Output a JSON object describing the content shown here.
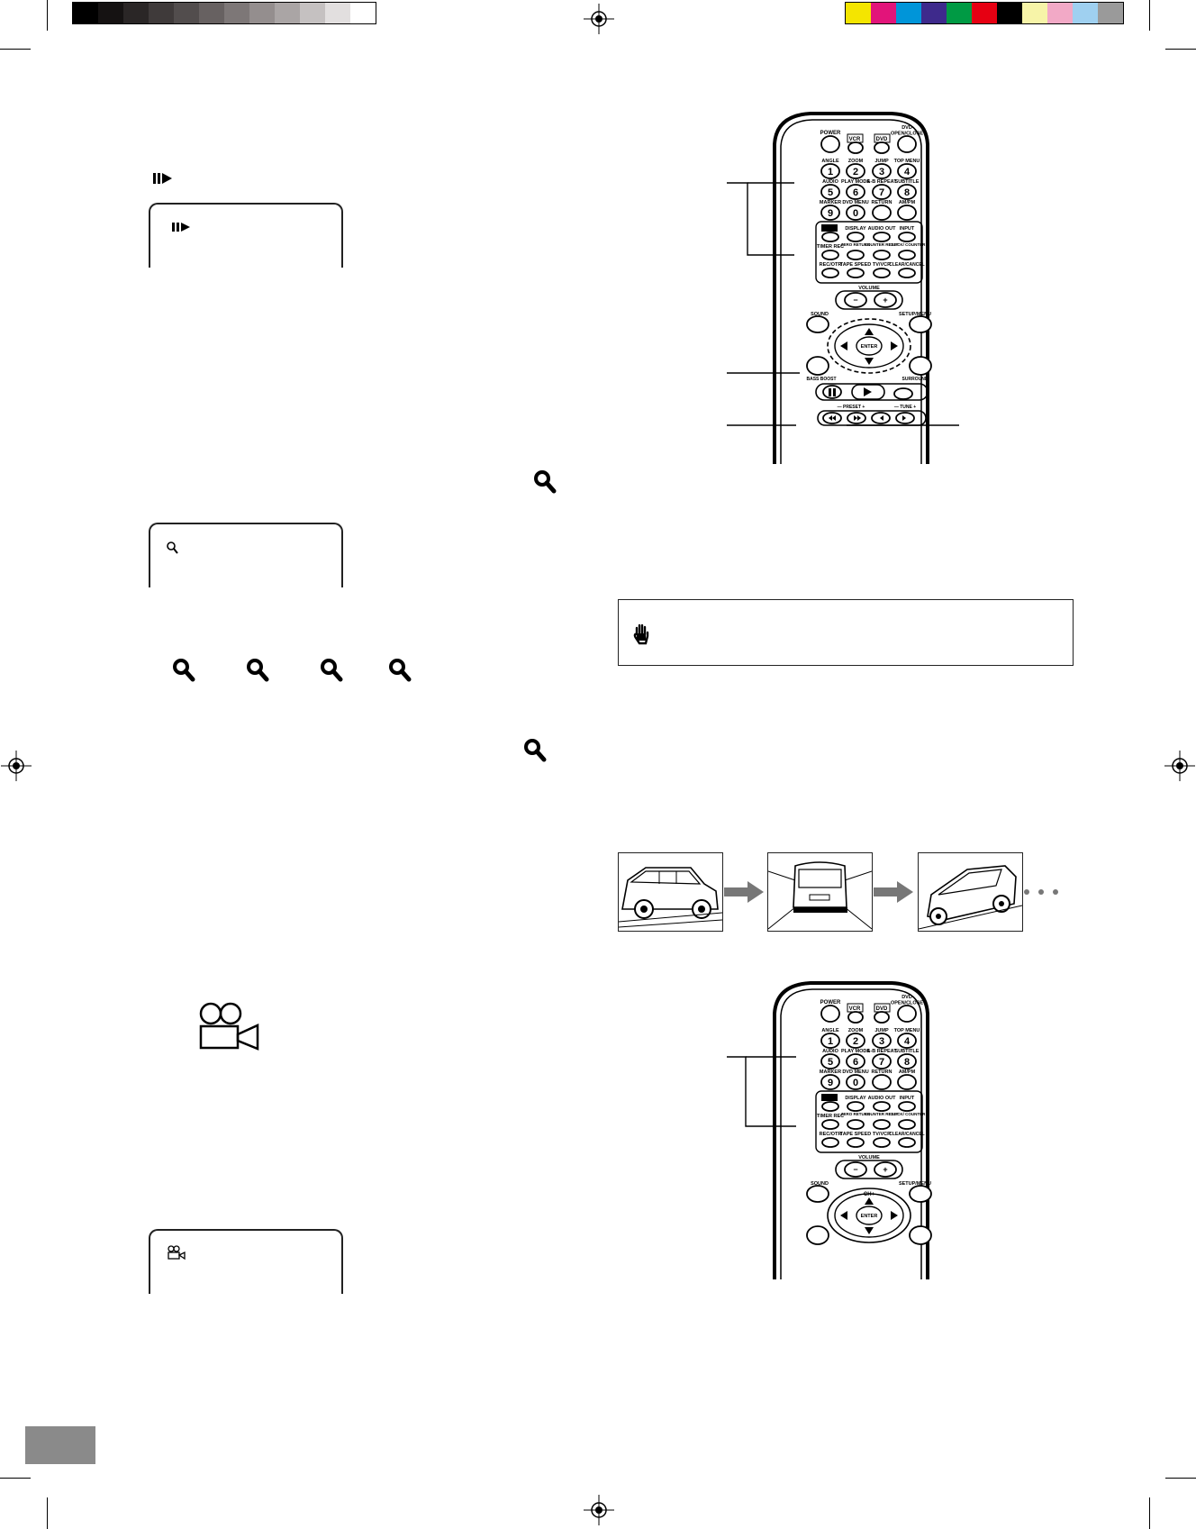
{
  "color_bars": {
    "gray_steps": [
      "#000000",
      "#151212",
      "#2a2626",
      "#3f3a3a",
      "#524d4d",
      "#676161",
      "#7d7777",
      "#948e8e",
      "#aaa5a5",
      "#c5c1c1",
      "#e2dfdf",
      "#ffffff"
    ],
    "process_colors": [
      "#f4e500",
      "#e2147a",
      "#0095d9",
      "#3e2a8c",
      "#009a44",
      "#e60012",
      "#000000",
      "#f7f4a8",
      "#f2a9c6",
      "#9fd0f0",
      "#9a9a9a"
    ]
  },
  "remote_top": {
    "labels": {
      "power": "POWER",
      "vcr": "VCR",
      "dvd": "DVD",
      "dvd_open_close": "DVD\nOPEN/CLOSE",
      "angle": "ANGLE",
      "zoom": "ZOOM",
      "jump": "JUMP",
      "top_menu": "TOP MENU",
      "audio": "AUDIO",
      "play_mode": "PLAY MODE",
      "ab_repeat": "A-B REPEAT",
      "subtitle": "SUBTITLE",
      "marker": "MARKER",
      "dvd_menu": "DVD MENU",
      "return": "RETURN",
      "am_pm": "AM/PM",
      "display": "DISPLAY",
      "audio_out": "AUDIO OUT",
      "input": "INPUT",
      "timer_rec": "TIMER REC",
      "zero_return": "ZERO RETURN",
      "counter_reset": "COUNTER RESET",
      "clock_counter": "CLOCK/ COUNTER",
      "rec_otr": "REC/OTR",
      "tape_speed": "TAPE SPEED",
      "tv_vcr": "TV/VCR",
      "clear_cancel": "CLEAR/CANCEL",
      "volume": "VOLUME",
      "vol_minus": "−",
      "vol_plus": "+",
      "sound": "SOUND",
      "setup_menu": "SETUP/MENU",
      "enter": "ENTER",
      "bass_boost": "BASS BOOST",
      "surround": "SURROUND",
      "preset": "PRESET",
      "tune": "TUNE",
      "n1": "1",
      "n2": "2",
      "n3": "3",
      "n4": "4",
      "n5": "5",
      "n6": "6",
      "n7": "7",
      "n8": "8",
      "n9": "9",
      "n0": "0"
    }
  },
  "remote_bottom": {
    "ch_plus": "CH+"
  }
}
